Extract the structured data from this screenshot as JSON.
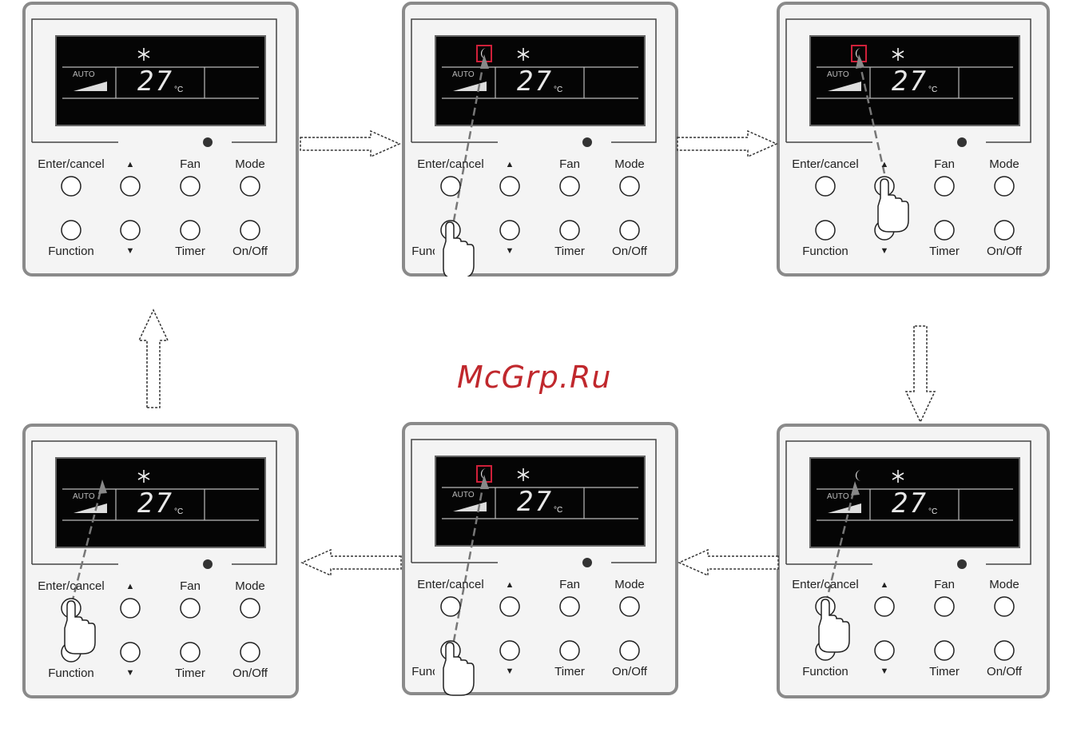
{
  "watermark": "McGrp.Ru",
  "buttons": {
    "enter_cancel": "Enter/cancel",
    "up": "▲",
    "fan": "Fan",
    "mode": "Mode",
    "function": "Function",
    "down": "▼",
    "timer": "Timer",
    "onoff": "On/Off"
  },
  "lcd": {
    "auto": "AUTO",
    "temperature": "27",
    "unit": "°C"
  },
  "panels": [
    {
      "id": "p1",
      "moon": false,
      "moon_highlight": false,
      "press": "none"
    },
    {
      "id": "p2",
      "moon": true,
      "moon_highlight": true,
      "press": "function"
    },
    {
      "id": "p3",
      "moon": true,
      "moon_highlight": true,
      "press": "up"
    },
    {
      "id": "p4",
      "moon": true,
      "moon_highlight": false,
      "press": "enter"
    },
    {
      "id": "p5",
      "moon": true,
      "moon_highlight": true,
      "press": "function"
    },
    {
      "id": "p6",
      "moon": false,
      "moon_highlight": false,
      "press": "enter"
    }
  ],
  "colors": {
    "frame": "#8a8a8a",
    "lcd_bg": "#050505",
    "highlight": "#d0203a",
    "watermark": "#c0282d"
  }
}
